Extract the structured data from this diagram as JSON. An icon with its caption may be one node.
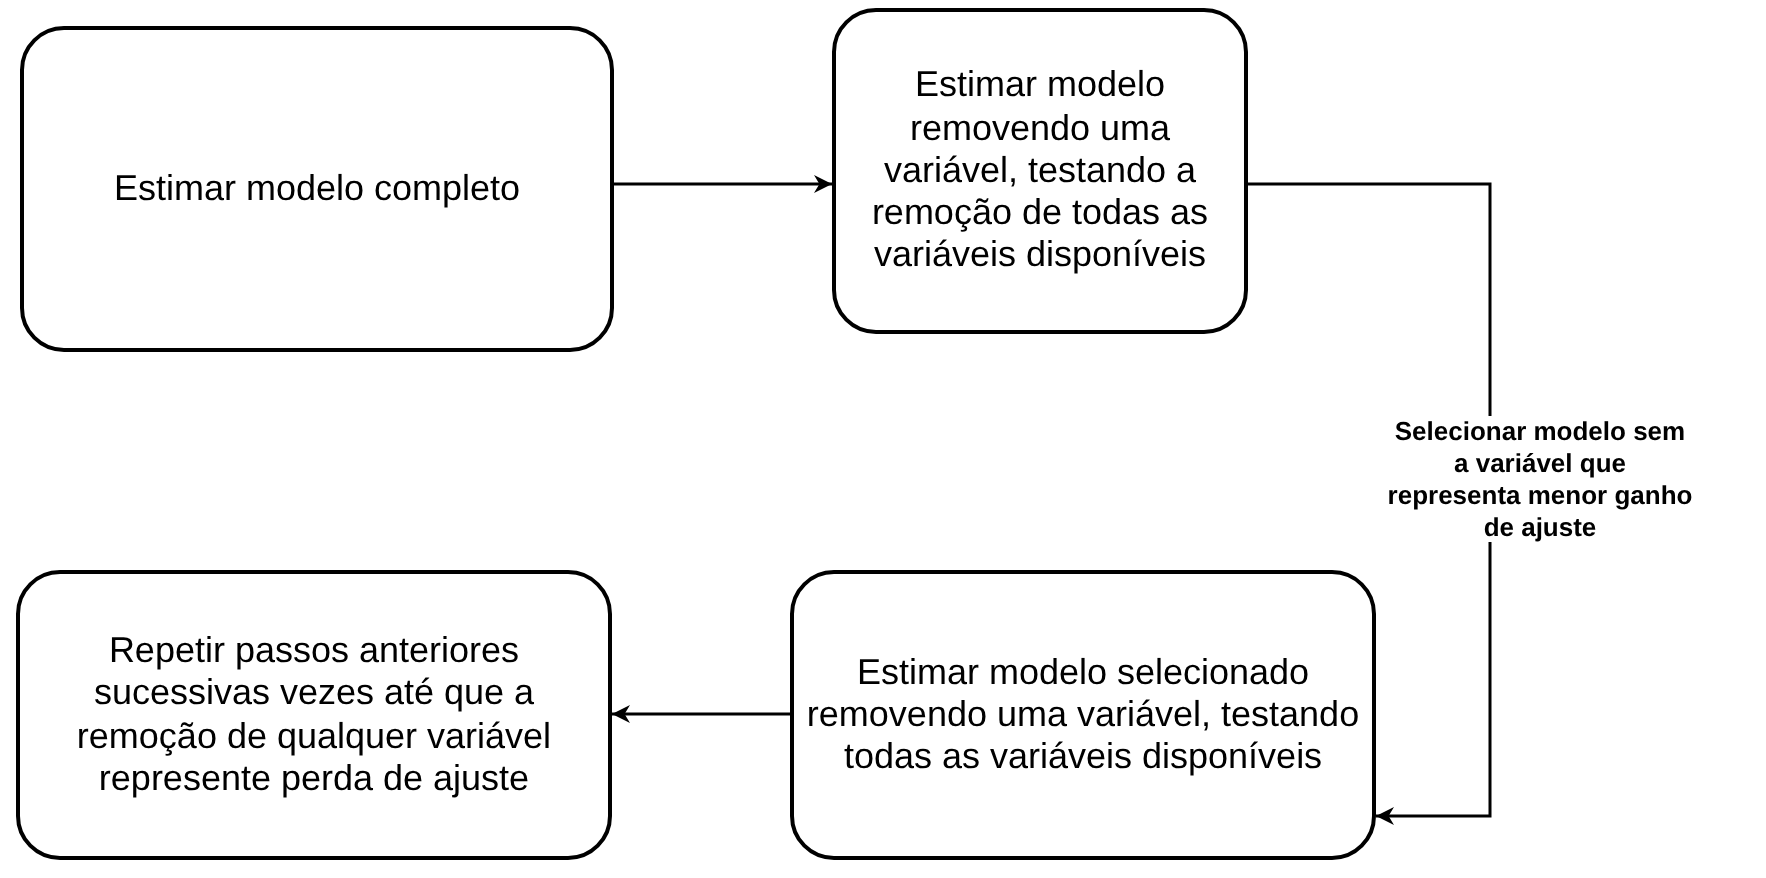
{
  "diagram": {
    "nodes": [
      {
        "text": [
          "Estimar modelo completo"
        ]
      },
      {
        "text": [
          "Estimar modelo removendo uma variável, testando a remoção de todas as variáveis disponíveis"
        ]
      },
      {
        "text": [
          "Estimar modelo selecionado removendo uma variável, testando todas as variáveis disponíveis"
        ]
      },
      {
        "text": [
          "Repetir passos anteriores sucessivas vezes até que a remoção de qualquer variável represente perda de ajuste"
        ]
      }
    ],
    "edges": [
      {
        "from": 0,
        "to": 1,
        "arrow": "to"
      },
      {
        "from": 1,
        "to": 2,
        "arrow": "to",
        "label": "Selecionar modelo sem a variável que representa menor ganho de ajuste"
      },
      {
        "from": 2,
        "to": 3,
        "arrow": "to"
      }
    ]
  }
}
